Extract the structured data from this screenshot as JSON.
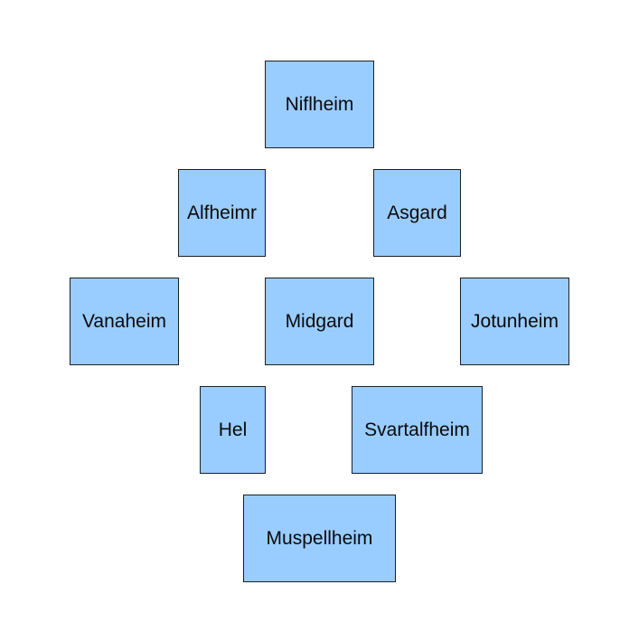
{
  "colors": {
    "node_fill": "#99ccff",
    "node_border": "#1f1f1f",
    "text": "#0a0a0a",
    "background": "#ffffff"
  },
  "nodes": [
    {
      "id": "niflheim",
      "label": "Niflheim"
    },
    {
      "id": "alfheimr",
      "label": "Alfheimr"
    },
    {
      "id": "asgard",
      "label": "Asgard"
    },
    {
      "id": "vanaheim",
      "label": "Vanaheim"
    },
    {
      "id": "midgard",
      "label": "Midgard"
    },
    {
      "id": "jotunheim",
      "label": "Jotunheim"
    },
    {
      "id": "hel",
      "label": "Hel"
    },
    {
      "id": "svartalfheim",
      "label": "Svartalfheim"
    },
    {
      "id": "muspellheim",
      "label": "Muspellheim"
    }
  ]
}
